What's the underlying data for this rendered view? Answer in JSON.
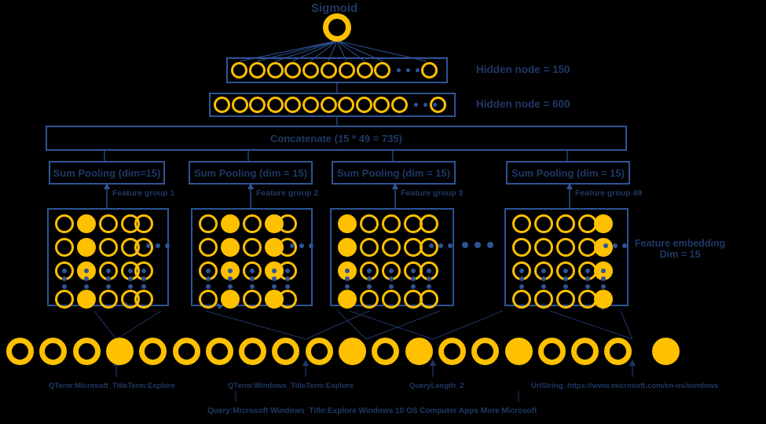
{
  "colors": {
    "background": "#000000",
    "node_ring": "#ffc000",
    "node_fill": "#ffc000",
    "line": "#2e5496",
    "text": "#1f3864"
  },
  "output": {
    "label": "Sigmoid",
    "node_icon": "circle-ring-node"
  },
  "hidden_layers": [
    {
      "label": "Hidden node = 150",
      "visible_nodes": 9,
      "tail_nodes": 1,
      "ellipsis_dots": 3
    },
    {
      "label": "Hidden node = 600",
      "visible_nodes": 11,
      "tail_nodes": 1,
      "ellipsis_dots": 3
    }
  ],
  "concatenate": {
    "label": "Concatenate (15 * 49 = 735)"
  },
  "pooling": [
    {
      "label": "Sum Pooling (dim=15)",
      "group_label": "Feature group 1"
    },
    {
      "label": "Sum Pooling (dim = 15)",
      "group_label": "Feature group 2"
    },
    {
      "label": "Sum Pooling (dim = 15)",
      "group_label": "Feature group 3"
    },
    {
      "label": "Sum Pooling (dim = 15)",
      "group_label": "Feature group 49"
    }
  ],
  "embedding": {
    "side_label_line1": "Feature embedding",
    "side_label_line2": "Dim = 15",
    "rows": 4,
    "cols": 4,
    "tail_col": 1,
    "grids": [
      {
        "name": "feature-group-1-embedding",
        "filled_cols": [
          1
        ]
      },
      {
        "name": "feature-group-2-embedding",
        "filled_cols": [
          1,
          3
        ]
      },
      {
        "name": "feature-group-3-embedding",
        "filled_cols": [
          0
        ]
      },
      {
        "name": "feature-group-49-embedding",
        "filled_cols": [
          4
        ]
      }
    ],
    "grid_ellipsis_dots": 3
  },
  "input_tokens": {
    "count": 20,
    "filled_indices": [
      3,
      10,
      12,
      15,
      19
    ],
    "gap_before_last": true
  },
  "token_labels": [
    "QTerm:Microsoft_TitleTerm:Explore",
    "QTerm:Windows_TitleTerm:Explore",
    "QueryLength_2",
    "UrlString_https://www.microsoft.com/en-us/windows"
  ],
  "query_caption": "Query:Microsoft Windows_Title:Explore Windows 10 OS Computer Apps More Microsoft"
}
